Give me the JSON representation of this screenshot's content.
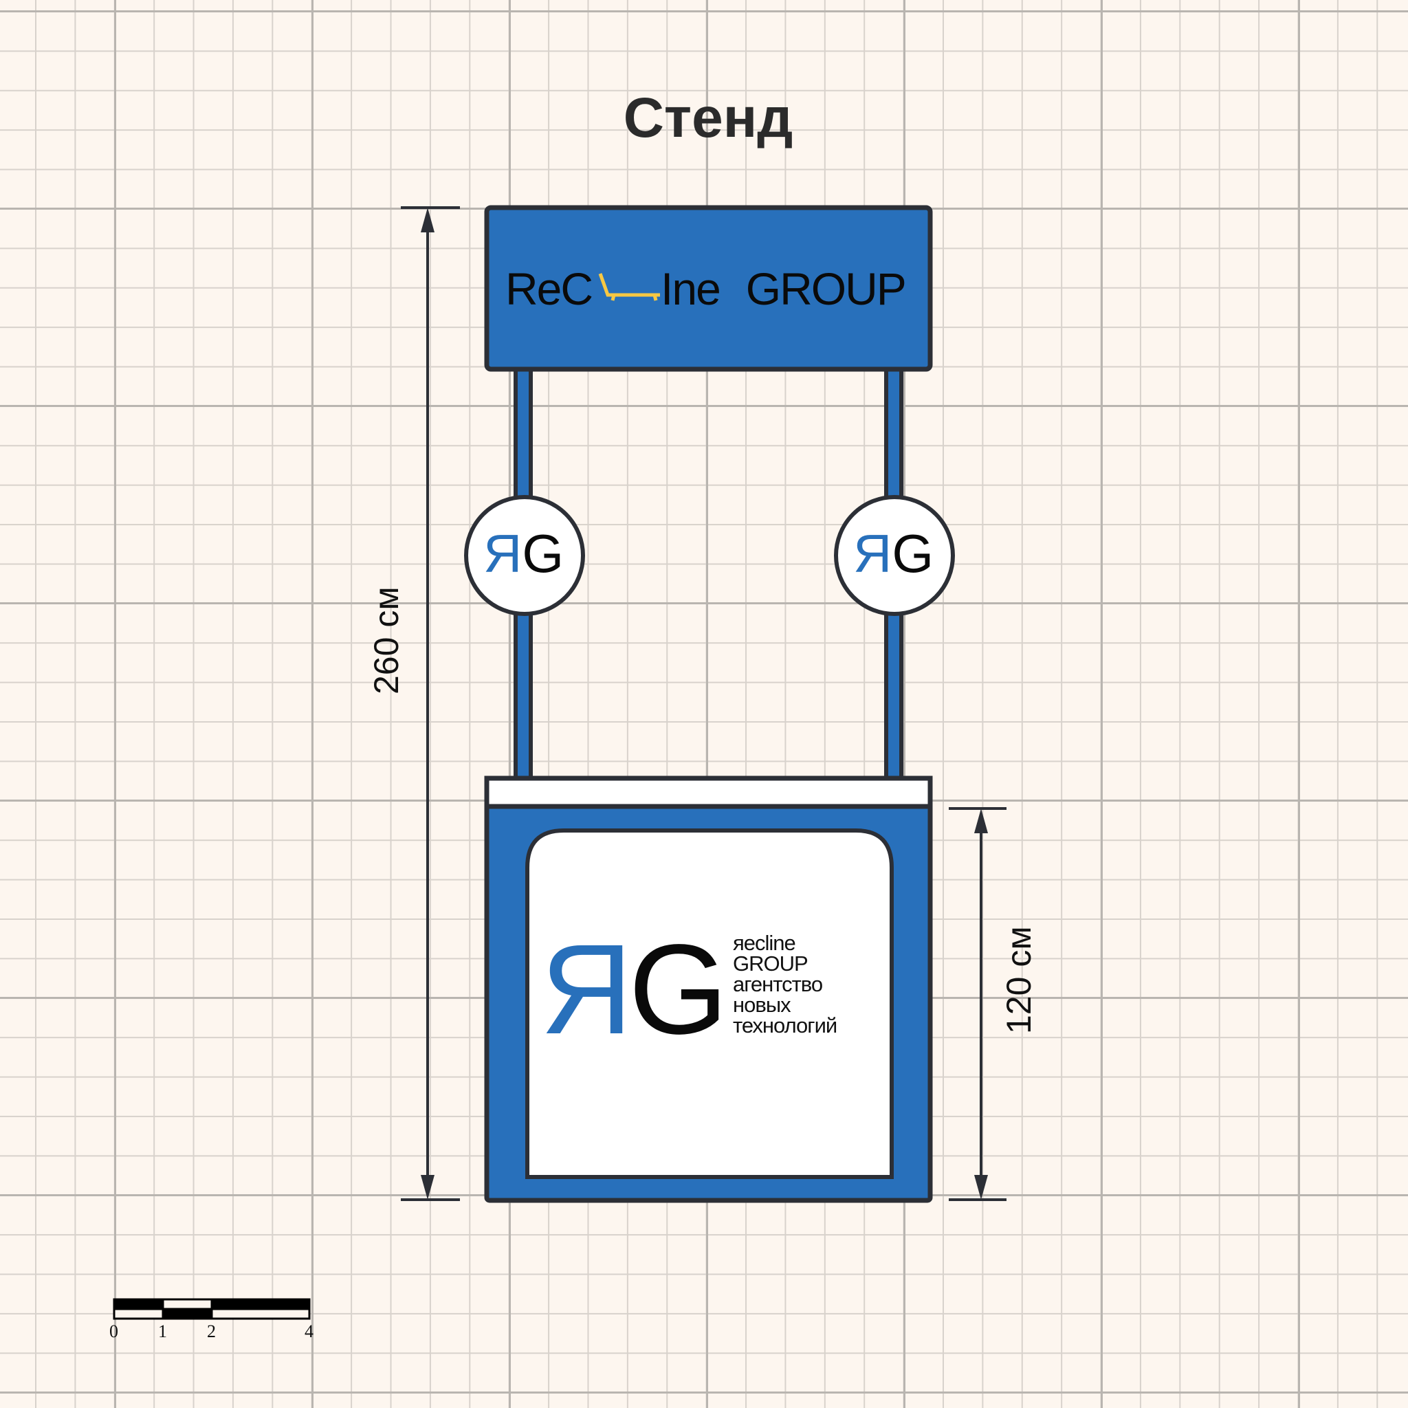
{
  "title": "Стенд",
  "header_sign": {
    "brand_left": "ReC",
    "brand_mid": "Ine",
    "brand_right": "GROUP"
  },
  "circle_logo": {
    "letter_left": "Я",
    "letter_right": "G"
  },
  "counter_panel": {
    "letter_left": "Я",
    "letter_right": "G",
    "lines": [
      "яecline",
      "GROUP",
      "агентство",
      "новых",
      "технологий"
    ]
  },
  "dimensions": {
    "total_height": "260 см",
    "counter_height": "120 см"
  },
  "scale_bar": {
    "ticks": [
      "0",
      "1",
      "2",
      "4"
    ]
  },
  "colors": {
    "blue": "#2870bb",
    "outline": "#2c2f36",
    "accent": "#f7c843",
    "paper": "#fdf6ef"
  }
}
